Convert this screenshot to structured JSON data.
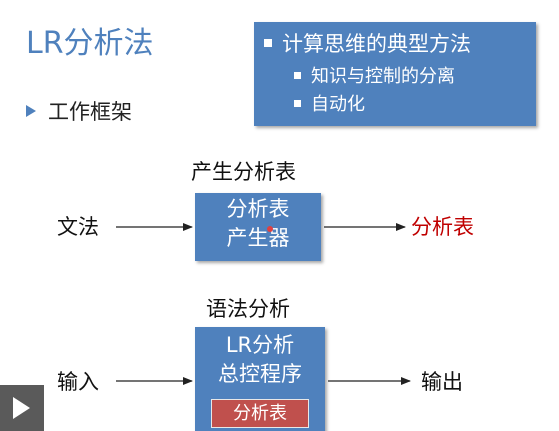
{
  "title": "LR分析法",
  "bullet_main": "工作框架",
  "info_box": {
    "main": "计算思维的典型方法",
    "items": [
      "知识与控制的分离",
      "自动化"
    ]
  },
  "diagram1": {
    "label_top": "产生分析表",
    "input": "文法",
    "box_lines": [
      "分析表",
      "产生器"
    ],
    "output": "分析表"
  },
  "diagram2": {
    "label_top": "语法分析",
    "input": "输入",
    "box_lines": [
      "LR分析",
      "总控程序"
    ],
    "inner_box": "分析表",
    "output": "输出"
  },
  "colors": {
    "accent": "#4f81bd",
    "output_red": "#c00000",
    "inner_red": "#c0504d"
  },
  "icons": {
    "play": "play-icon",
    "bullet": "triangle-bullet-icon"
  }
}
